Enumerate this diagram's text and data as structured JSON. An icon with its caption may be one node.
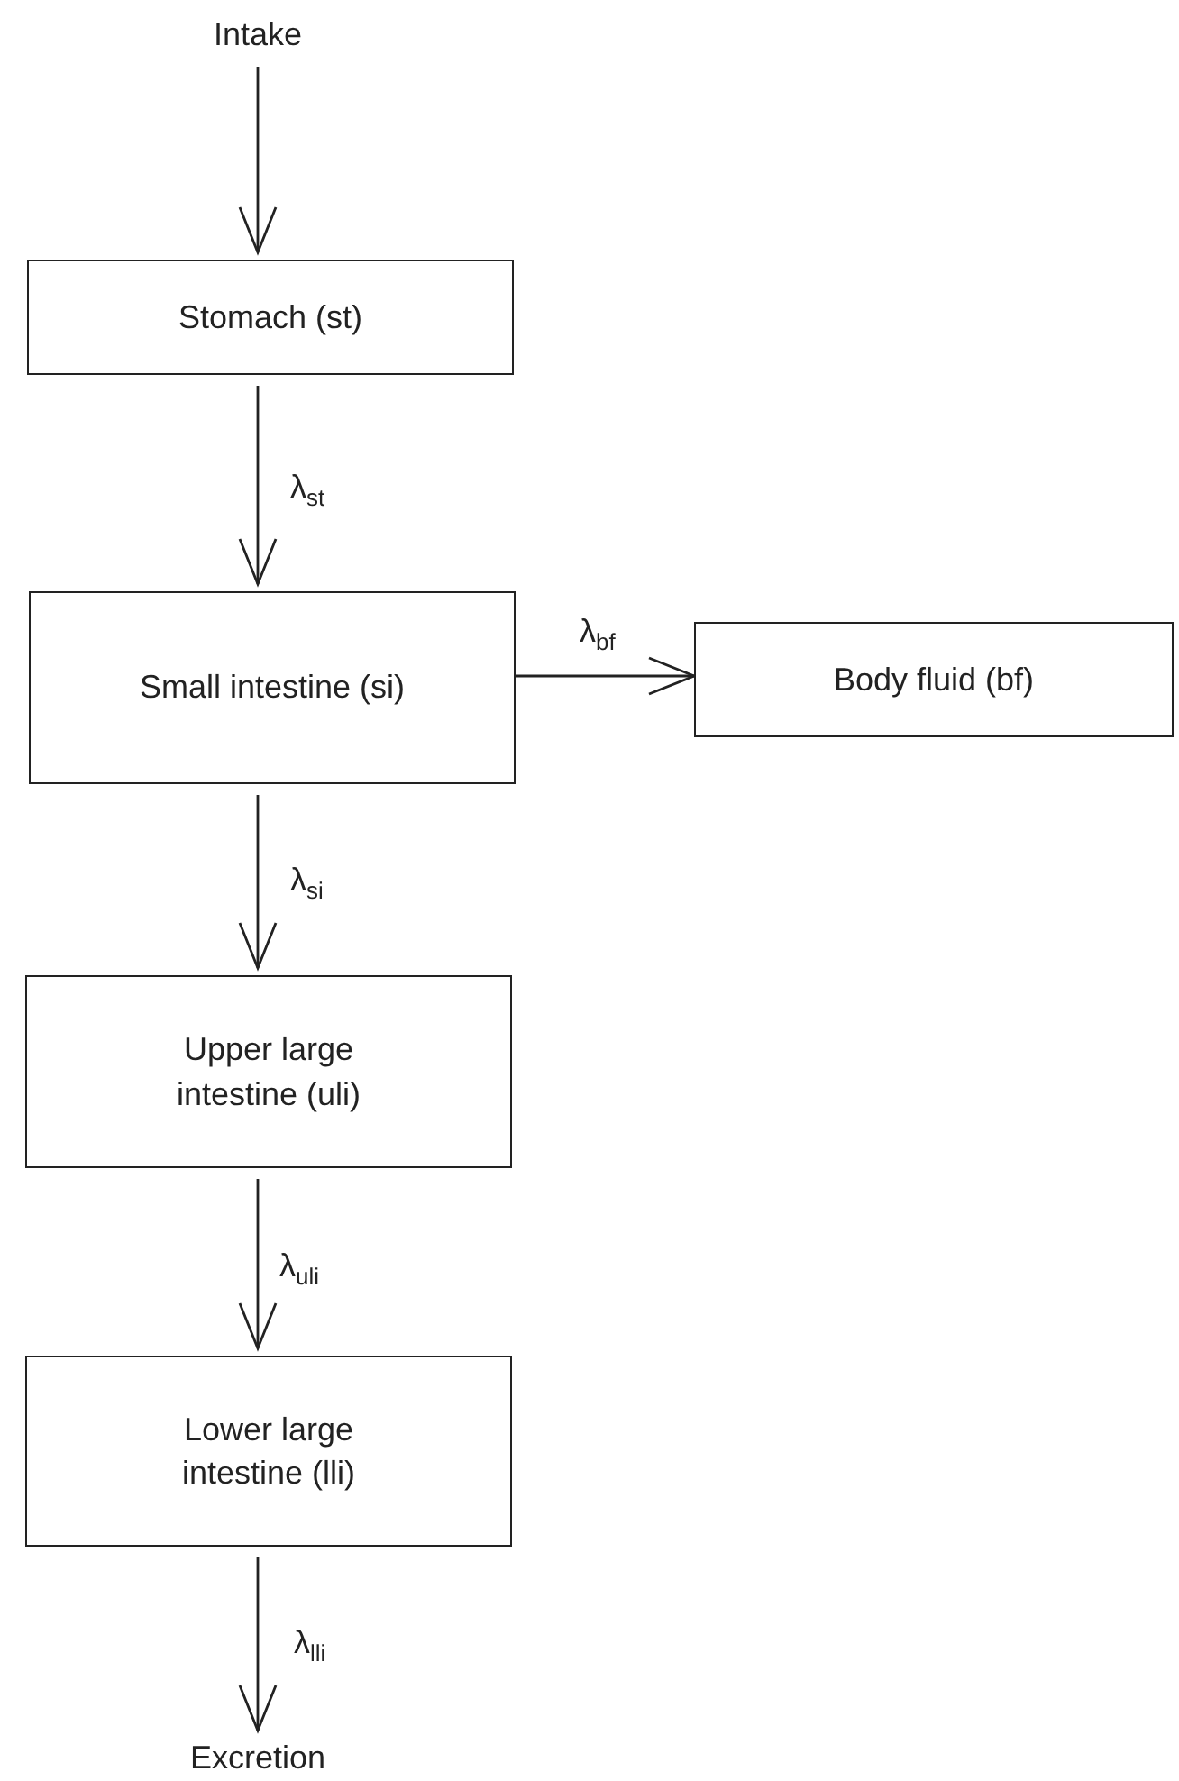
{
  "diagram": {
    "nodes": [
      {
        "text": [
          "Intake"
        ]
      },
      {
        "text": [
          "Stomach (st)"
        ]
      },
      {
        "text": [
          "Small intestine (si)"
        ]
      },
      {
        "text": [
          "Body fluid (bf)"
        ]
      },
      {
        "text": [
          "Upper large intestine (uli)"
        ]
      },
      {
        "text": [
          "Lower large intestine (lli)"
        ]
      },
      {
        "text": [
          "Excretion"
        ]
      }
    ],
    "edges": [
      {
        "from": 0,
        "to": 1,
        "arrow": "to"
      },
      {
        "from": 1,
        "to": 2,
        "arrow": "to",
        "label": "λ$_{st}$"
      },
      {
        "from": 2,
        "to": 3,
        "arrow": "to",
        "label": "λ$_{bf}$"
      },
      {
        "from": 2,
        "to": 4,
        "arrow": "to",
        "label": "λ$_{si}$"
      },
      {
        "from": 4,
        "to": 5,
        "arrow": "to",
        "label": "λ$_{uli}$"
      },
      {
        "from": 5,
        "to": 6,
        "arrow": "to",
        "label": "λ$_{lli}$"
      }
    ]
  }
}
